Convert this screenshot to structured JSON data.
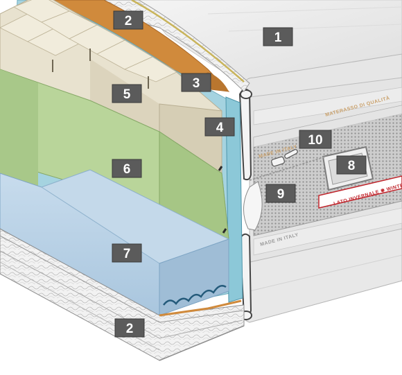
{
  "diagram": {
    "labels": [
      {
        "id": "l1",
        "text": "1"
      },
      {
        "id": "l2a",
        "text": "2"
      },
      {
        "id": "l2b",
        "text": "2"
      },
      {
        "id": "l3",
        "text": "3"
      },
      {
        "id": "l4",
        "text": "4"
      },
      {
        "id": "l5",
        "text": "5"
      },
      {
        "id": "l6",
        "text": "6"
      },
      {
        "id": "l7",
        "text": "7"
      },
      {
        "id": "l8",
        "text": "8"
      },
      {
        "id": "l9",
        "text": "9"
      },
      {
        "id": "l10",
        "text": "10"
      }
    ],
    "side_texts": {
      "quality": "MATERASSO DI QUALITÀ",
      "made_in_italy_top": "MADE IN ITALY",
      "made_in_italy_bottom": "MADE IN ITALY",
      "winter_side": "LATO INVERNALE ✾ WINTER"
    }
  },
  "colors": {
    "label_bg": "#5b5b5b",
    "cover_white": "#e9e9e9",
    "foam_cream": "#e8e2cf",
    "foam_green": "#b9d59a",
    "foam_blue": "#b7cfe2",
    "film_teal": "#8cc8d8",
    "felt_orange": "#d08a3c",
    "accent_red": "#c0262d",
    "accent_tan": "#c9a06a"
  }
}
